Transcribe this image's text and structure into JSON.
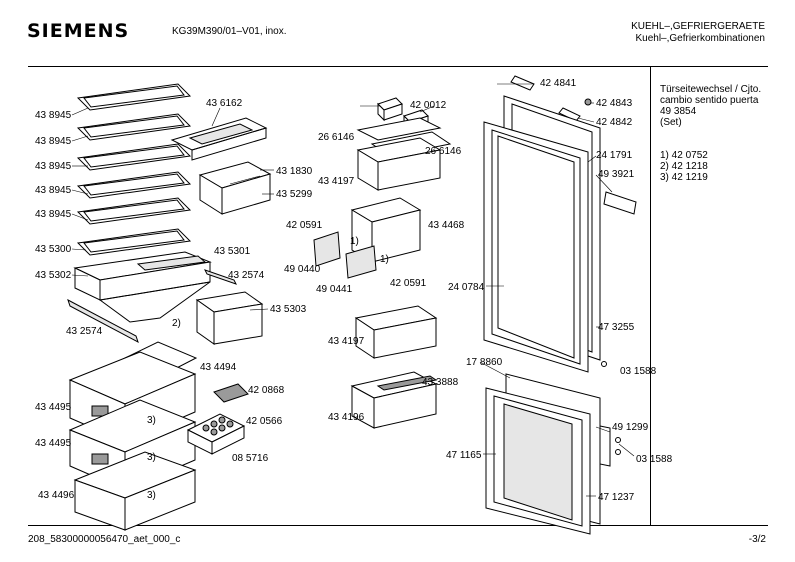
{
  "header": {
    "brand": "SIEMENS",
    "model": "KG39M390/01–V01, inox.",
    "category_de": "KUEHL–,GEFRIERGERAETE",
    "category_sub": "Kuehl–,Gefrierkombinationen"
  },
  "notes": {
    "title1": "Türseitewechsel / Cjto.",
    "title2": "cambio sentido puerta",
    "title3": "49 3854",
    "title4": "(Set)",
    "item1": "1) 42 0752",
    "item2": "2) 42 1218",
    "item3": "3) 42 1219"
  },
  "parts": [
    {
      "id": "p1",
      "text": "43 8945"
    },
    {
      "id": "p2",
      "text": "43 8945"
    },
    {
      "id": "p3",
      "text": "43 8945"
    },
    {
      "id": "p4",
      "text": "43 8945"
    },
    {
      "id": "p5",
      "text": "43 8945"
    },
    {
      "id": "p6",
      "text": "43 6162"
    },
    {
      "id": "p7",
      "text": "43 1830"
    },
    {
      "id": "p8",
      "text": "43 5299"
    },
    {
      "id": "p9",
      "text": "43 5300"
    },
    {
      "id": "p10",
      "text": "43 5301"
    },
    {
      "id": "p11",
      "text": "43 5302"
    },
    {
      "id": "p12",
      "text": "43 2574"
    },
    {
      "id": "p13",
      "text": "43 5303"
    },
    {
      "id": "p14",
      "text": "43 2574"
    },
    {
      "id": "p15",
      "text": "2)"
    },
    {
      "id": "p16",
      "text": "43 4494"
    },
    {
      "id": "p17",
      "text": "43 4495"
    },
    {
      "id": "p18",
      "text": "43 4495"
    },
    {
      "id": "p19",
      "text": "43 4496"
    },
    {
      "id": "p20",
      "text": "3)"
    },
    {
      "id": "p21",
      "text": "3)"
    },
    {
      "id": "p22",
      "text": "3)"
    },
    {
      "id": "p23",
      "text": "42 0868"
    },
    {
      "id": "p24",
      "text": "42 0566"
    },
    {
      "id": "p25",
      "text": "08 5716"
    },
    {
      "id": "p26",
      "text": "42 0012"
    },
    {
      "id": "p27",
      "text": "26 6146"
    },
    {
      "id": "p28",
      "text": "26 6146"
    },
    {
      "id": "p29",
      "text": "43 4197"
    },
    {
      "id": "p30",
      "text": "42 0591"
    },
    {
      "id": "p31",
      "text": "43 4468"
    },
    {
      "id": "p32",
      "text": "1)"
    },
    {
      "id": "p33",
      "text": "1)"
    },
    {
      "id": "p34",
      "text": "49 0440"
    },
    {
      "id": "p35",
      "text": "49 0441"
    },
    {
      "id": "p36",
      "text": "42 0591"
    },
    {
      "id": "p37",
      "text": "43 4197"
    },
    {
      "id": "p38",
      "text": "43 3888"
    },
    {
      "id": "p39",
      "text": "43 4196"
    },
    {
      "id": "p40",
      "text": "42 4841"
    },
    {
      "id": "p41",
      "text": "42 4843"
    },
    {
      "id": "p42",
      "text": "42 4842"
    },
    {
      "id": "p43",
      "text": "24 1791"
    },
    {
      "id": "p44",
      "text": "49 3921"
    },
    {
      "id": "p45",
      "text": "24 0784"
    },
    {
      "id": "p46",
      "text": "47 3255"
    },
    {
      "id": "p47",
      "text": "17 8860"
    },
    {
      "id": "p48",
      "text": "03 1588"
    },
    {
      "id": "p49",
      "text": "49 1299"
    },
    {
      "id": "p50",
      "text": "03 1588"
    },
    {
      "id": "p51",
      "text": "47 1165"
    },
    {
      "id": "p52",
      "text": "47 1237"
    }
  ],
  "footer": {
    "doc_id": "208_58300000056470_aet_000_c",
    "page": "-3/2"
  }
}
